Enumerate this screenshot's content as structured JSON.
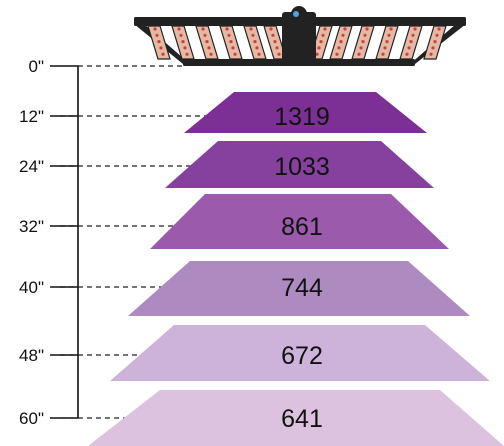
{
  "colors": {
    "level_fills": [
      "#7c2f95",
      "#86409d",
      "#9c5aac",
      "#ad8bc1",
      "#cdb3d9",
      "#dcc2df"
    ],
    "fixture_frame": "#222222",
    "led_strip": "#e6b9a6",
    "led_dot": "#c8453b"
  },
  "icons": {
    "fixture": "led-grow-light-bar-fixture-icon"
  },
  "levels": [
    {
      "height": "0\"",
      "ppfd": null
    },
    {
      "height": "12\"",
      "ppfd": "1319"
    },
    {
      "height": "24\"",
      "ppfd": "1033"
    },
    {
      "height": "32\"",
      "ppfd": "861"
    },
    {
      "height": "40\"",
      "ppfd": "744"
    },
    {
      "height": "48\"",
      "ppfd": "672"
    },
    {
      "height": "60\"",
      "ppfd": "641"
    }
  ]
}
